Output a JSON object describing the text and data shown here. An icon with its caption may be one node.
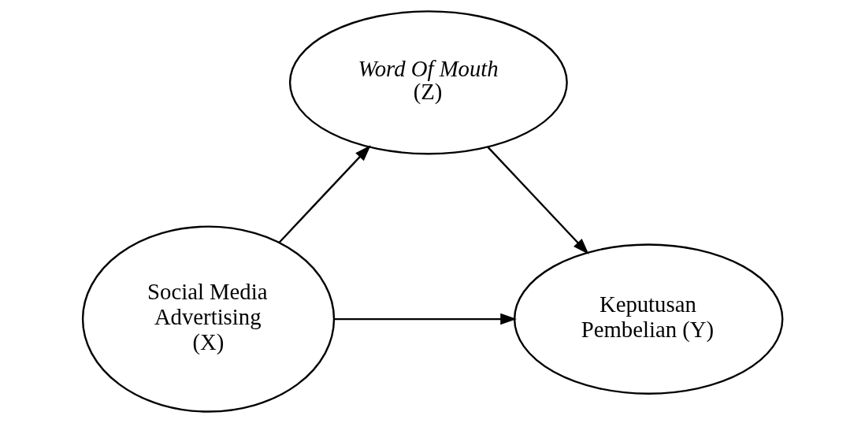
{
  "diagram": {
    "nodes": [
      {
        "text": [
          "*Word Of Mouth* (Z)"
        ]
      },
      {
        "text": [
          "Social Media Advertising (X)"
        ]
      },
      {
        "text": [
          "Keputusan Pembelian (Y)"
        ]
      }
    ],
    "edges": [
      {
        "from": 1,
        "to": 0,
        "arrow": "to"
      },
      {
        "from": 0,
        "to": 2,
        "arrow": "to"
      },
      {
        "from": 1,
        "to": 2,
        "arrow": "to"
      }
    ]
  }
}
